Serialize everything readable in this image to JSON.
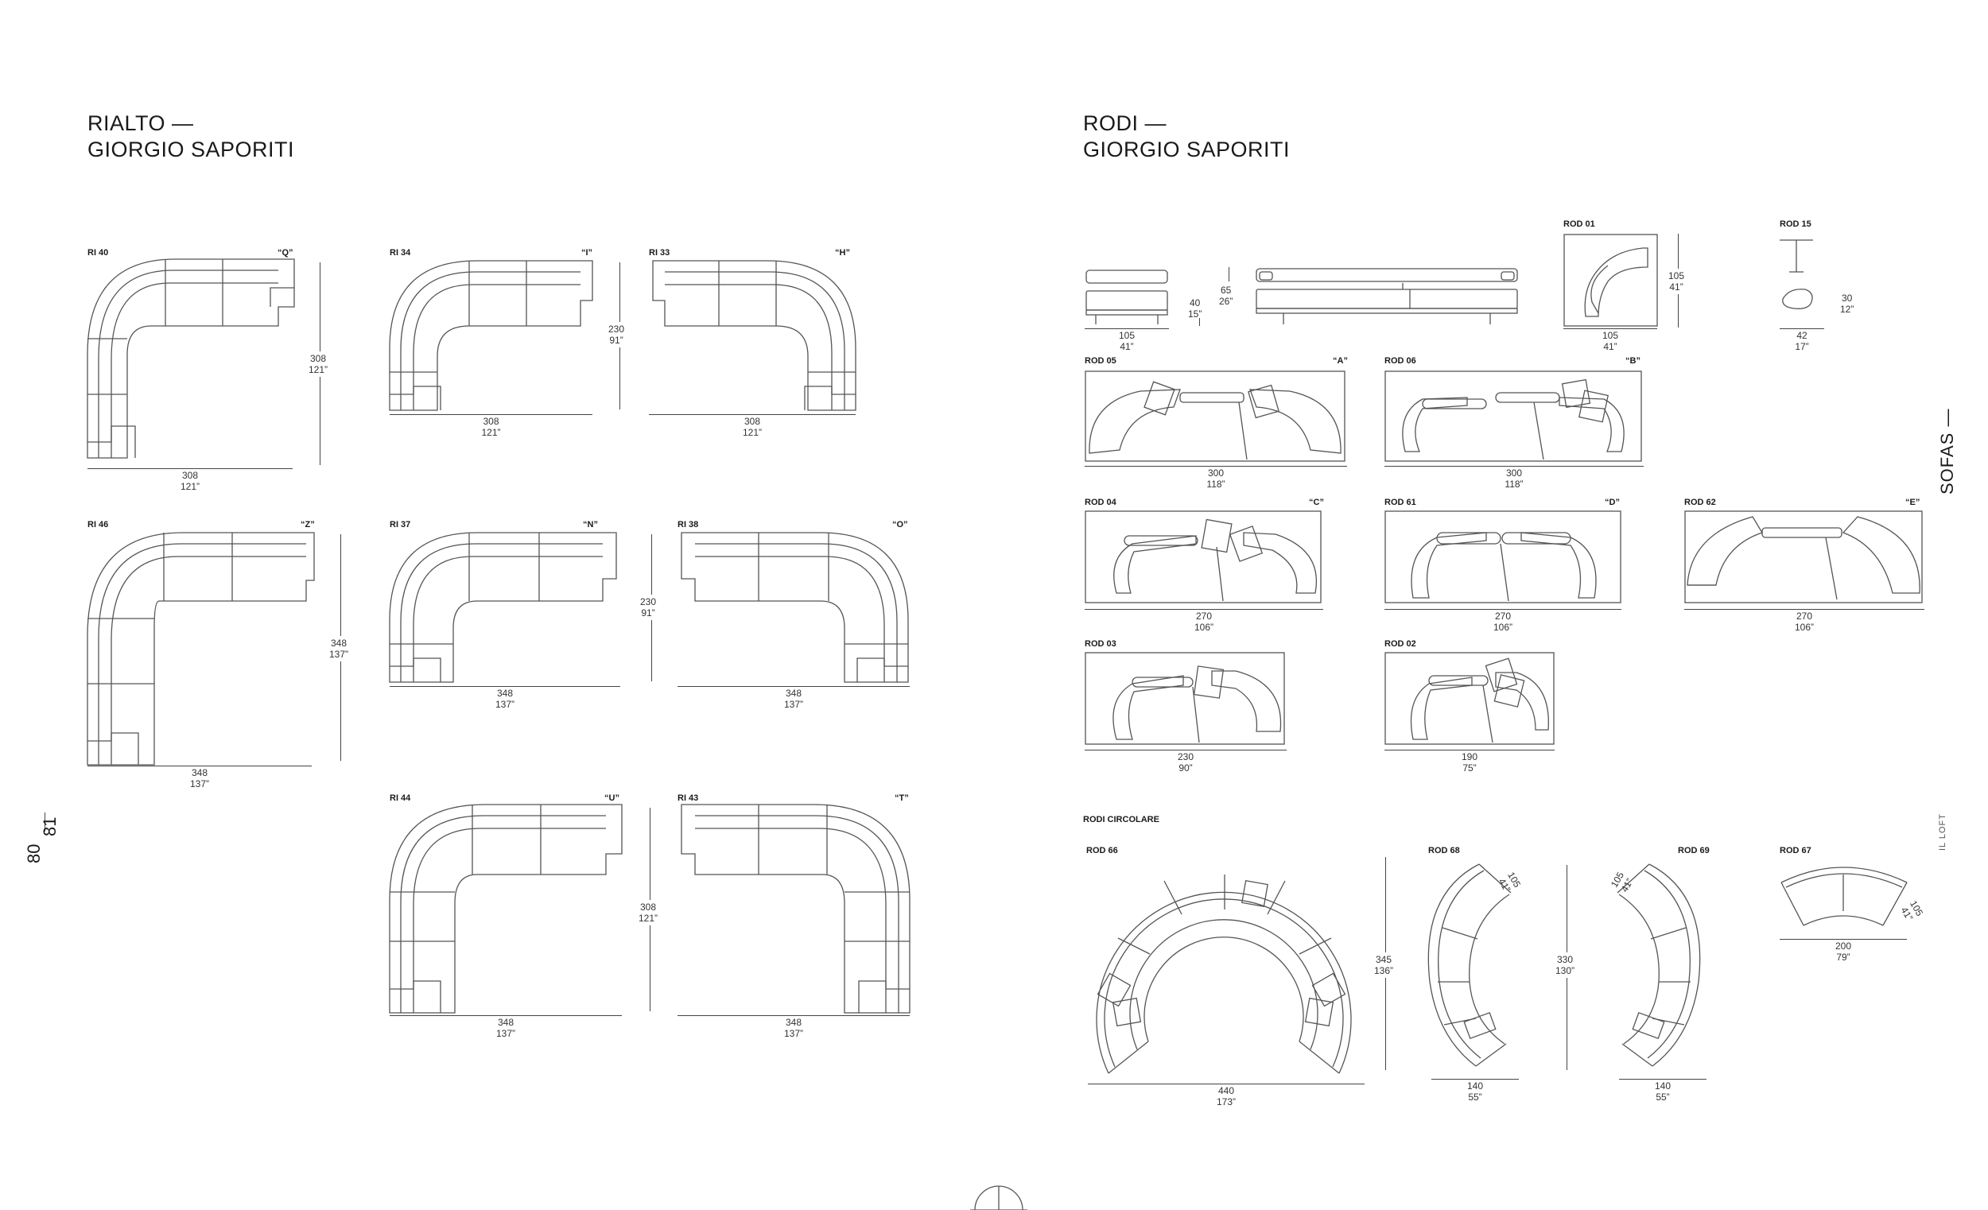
{
  "left": {
    "title_line1": "RIALTO —",
    "title_line2": "GIORGIO SAPORITI",
    "models": [
      {
        "code": "RI 40",
        "letter": "“Q”",
        "w": "308",
        "w_in": "121”",
        "h": "308",
        "h_in": "121”"
      },
      {
        "code": "RI 34",
        "letter": "“I”",
        "w": "308",
        "w_in": "121”",
        "h": "230",
        "h_in": "91”"
      },
      {
        "code": "RI 33",
        "letter": "“H”",
        "w": "308",
        "w_in": "121”"
      },
      {
        "code": "RI 46",
        "letter": "“Z”",
        "w": "348",
        "w_in": "137”",
        "h": "348",
        "h_in": "137”"
      },
      {
        "code": "RI 37",
        "letter": "“N”",
        "w": "348",
        "w_in": "137”",
        "h": "230",
        "h_in": "91”"
      },
      {
        "code": "RI 38",
        "letter": "“O”",
        "w": "348",
        "w_in": "137”"
      },
      {
        "code": "RI 44",
        "letter": "“U”",
        "w": "348",
        "w_in": "137”",
        "h": "308",
        "h_in": "121”"
      },
      {
        "code": "RI 43",
        "letter": "“T”",
        "w": "348",
        "w_in": "137”"
      }
    ]
  },
  "right": {
    "title_line1": "RODI —",
    "title_line2": "GIORGIO SAPORITI",
    "rod01": {
      "code": "ROD 01",
      "w": "105",
      "w_in": "41”",
      "h": "105",
      "h_in": "41”"
    },
    "rod15": {
      "code": "ROD 15",
      "w": "42",
      "w_in": "17”",
      "h": "30",
      "h_in": "12”"
    },
    "side": {
      "w": "105",
      "w_in": "41”",
      "h1": "40",
      "h1_in": "15”",
      "h2": "65",
      "h2_in": "26”"
    },
    "models": [
      {
        "code": "ROD 05",
        "letter": "“A”",
        "w": "300",
        "w_in": "118”"
      },
      {
        "code": "ROD 06",
        "letter": "“B”",
        "w": "300",
        "w_in": "118”"
      },
      {
        "code": "ROD 04",
        "letter": "“C”",
        "w": "270",
        "w_in": "106”"
      },
      {
        "code": "ROD 61",
        "letter": "“D”",
        "w": "270",
        "w_in": "106”"
      },
      {
        "code": "ROD 62",
        "letter": "“E”",
        "w": "270",
        "w_in": "106”"
      },
      {
        "code": "ROD 03",
        "w": "230",
        "w_in": "90”"
      },
      {
        "code": "ROD 02",
        "w": "190",
        "w_in": "75”"
      }
    ],
    "circolare_label": "RODI CIRCOLARE",
    "circ": [
      {
        "code": "ROD 66",
        "w": "440",
        "w_in": "173”",
        "h": "345",
        "h_in": "136”"
      },
      {
        "code": "ROD 68",
        "w": "140",
        "w_in": "55”",
        "d": "105",
        "d_in": "41”",
        "h": "330",
        "h_in": "130”"
      },
      {
        "code": "ROD 69",
        "w": "140",
        "w_in": "55”",
        "d": "105",
        "d_in": "41”"
      },
      {
        "code": "ROD 67",
        "w": "200",
        "w_in": "79”",
        "d": "105",
        "d_in": "41”"
      }
    ]
  },
  "side_label": "SOFAS —",
  "page_numbers": {
    "left": "80",
    "right": "81"
  },
  "brand_tag": "IL LOFT"
}
